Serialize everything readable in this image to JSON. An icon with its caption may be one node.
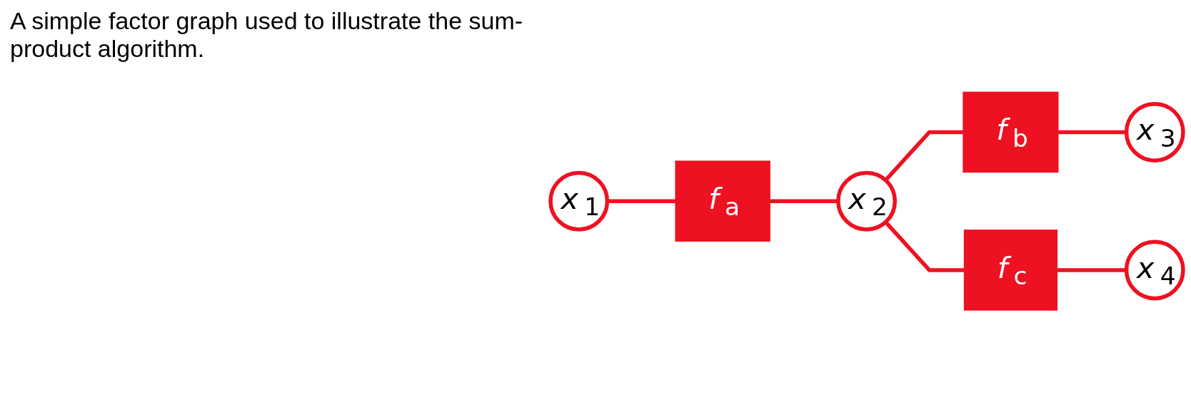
{
  "diagram": {
    "title": "A simple factor graph used to illustrate the sum-product algorithm.",
    "nodes": [
      {
        "text": [
          "*x*$_{1}$"
        ]
      },
      {
        "text": [
          "*f*$_{a}$"
        ]
      },
      {
        "text": [
          "*x*$_{2}$"
        ]
      },
      {
        "text": [
          "*f*$_{b}$"
        ]
      },
      {
        "text": [
          "*x*$_{3}$"
        ]
      },
      {
        "text": [
          "*f*$_{c}$"
        ]
      },
      {
        "text": [
          "*x*$_{4}$"
        ]
      }
    ],
    "edges": [
      {
        "from": 0,
        "to": 1,
        "arrow": "none"
      },
      {
        "from": 1,
        "to": 2,
        "arrow": "none"
      },
      {
        "from": 2,
        "to": 3,
        "arrow": "none"
      },
      {
        "from": 3,
        "to": 4,
        "arrow": "none"
      },
      {
        "from": 2,
        "to": 5,
        "arrow": "none"
      },
      {
        "from": 5,
        "to": 6,
        "arrow": "none"
      }
    ]
  }
}
